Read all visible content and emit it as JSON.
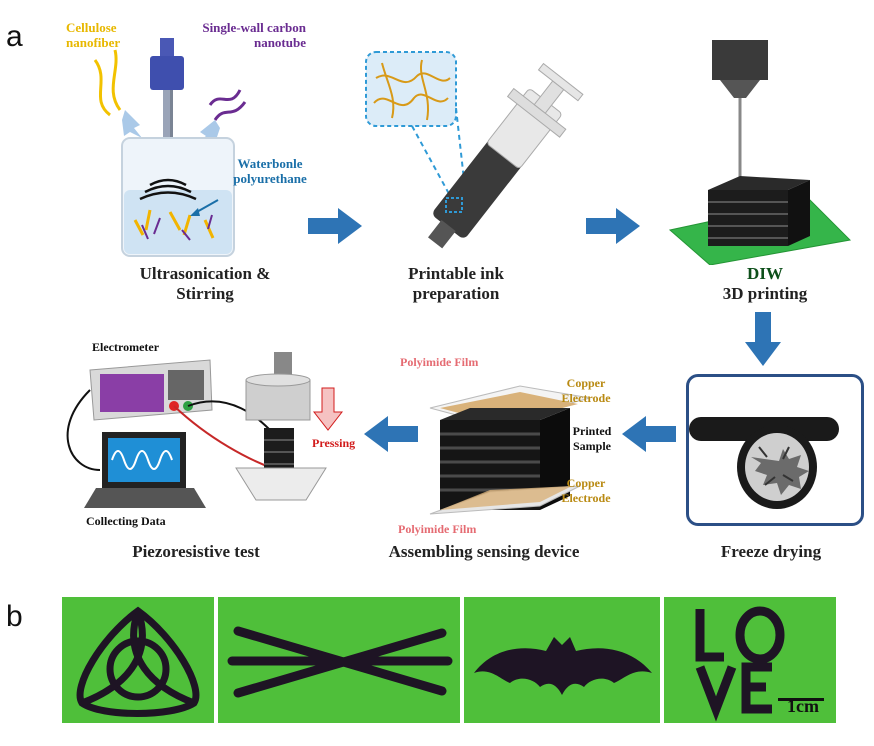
{
  "panel_a": {
    "letter": "a",
    "cellulose_label": "Cellulose nanofiber",
    "swcnt_label": "Single-wall carbon nanotube",
    "wpu_label": "Waterbonle polyurethane",
    "step1": "Ultrasonication & Stirring",
    "step2": "Printable ink preparation",
    "step3_line1": "DIW",
    "step3_line2": "3D printing",
    "step4": "Freeze drying",
    "step5": "Assembling sensing device",
    "step6": "Piezoresistive test",
    "polyimide_top": "Polyimide Film",
    "polyimide_bottom": "Polyimide Film",
    "copper_top": "Copper Electrode",
    "copper_bottom": "Copper Electrode",
    "printed_sample": "Printed Sample",
    "electrometer": "Electrometer",
    "collecting": "Collecting Data",
    "pressing": "Pressing"
  },
  "panel_b": {
    "letter": "b",
    "scale": "1cm",
    "shapes": [
      "triquetra",
      "cross",
      "bat",
      "love"
    ]
  },
  "colors": {
    "arrow": "#2e74b5",
    "green_bg": "#4fbf3a",
    "print_platform": "#35b54a",
    "frame": "#2b4f86"
  }
}
